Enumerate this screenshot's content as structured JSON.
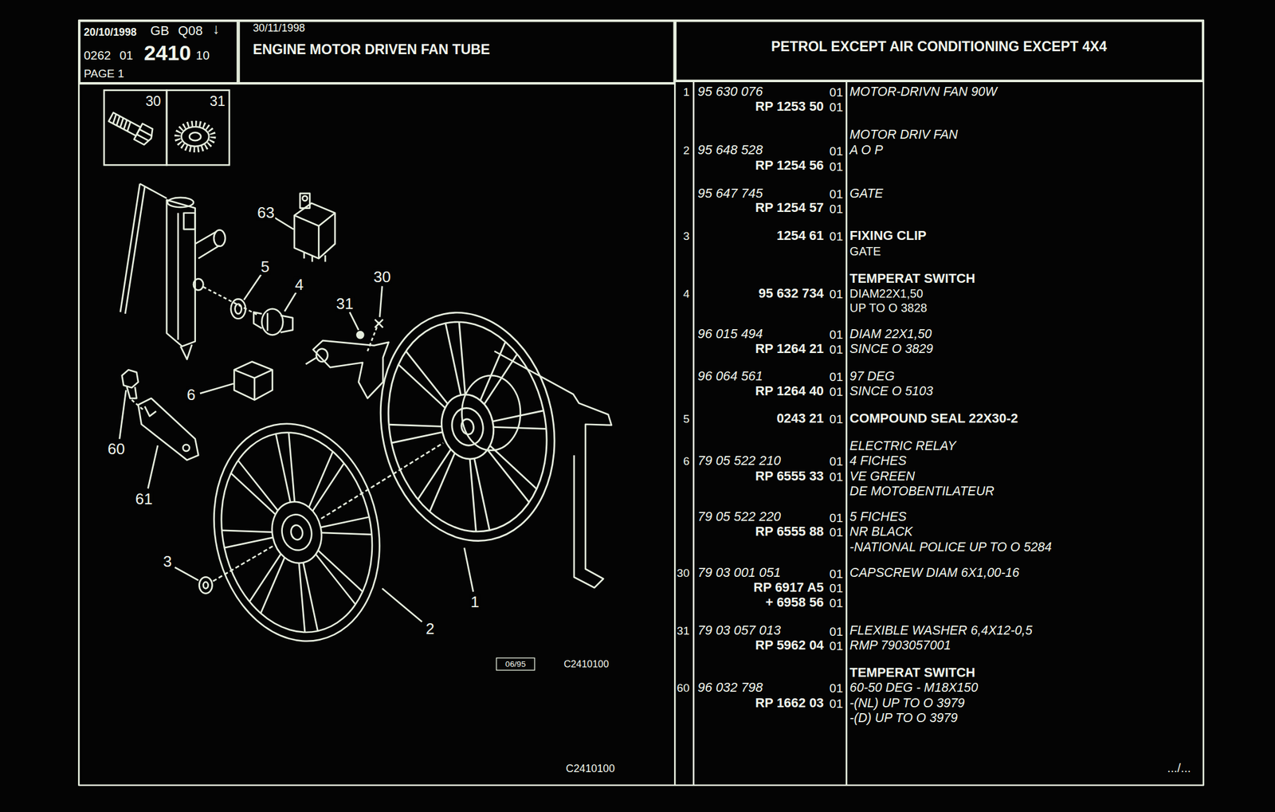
{
  "diagram": {
    "nodes": [
      {
        "text": [
          "20/10/1998",
          "GB",
          "Q08",
          "↓",
          "0262",
          "01",
          "2410",
          "10",
          "PAGE 1"
        ]
      },
      {
        "text": [
          "30/11/1998",
          "ENGINE MOTOR DRIVEN FAN TUBE"
        ]
      },
      {
        "text": [
          "PETROL EXCEPT AIR CONDITIONING EXCEPT 4X4"
        ]
      },
      {
        "text": [
          "30"
        ]
      },
      {
        "text": [
          "31"
        ]
      },
      {
        "text": [
          "06/95"
        ]
      }
    ],
    "labels": [
      "1",
      "95 630 076",
      "01",
      "MOTOR-DRIVN FAN 90W",
      "RP 1253 50",
      "01",
      "MOTOR DRIV FAN",
      "2",
      "95 648 528",
      "01",
      "A O P",
      "RP 1254 56",
      "01",
      "95 647 745",
      "01",
      "GATE",
      "RP 1254 57",
      "01",
      "3",
      "1254 61",
      "01",
      "FIXING CLIP",
      "GATE",
      "TEMPERAT SWITCH",
      "4",
      "95 632 734",
      "01",
      "DIAM22X1,50",
      "UP TO O 3828",
      "96 015 494",
      "01",
      "DIAM 22X1,50",
      "RP 1264 21",
      "01",
      "SINCE O 3829",
      "96 064 561",
      "01",
      "97 DEG",
      "RP 1264 40",
      "01",
      "SINCE O 5103",
      "5",
      "0243 21",
      "01",
      "COMPOUND SEAL 22X30-2",
      "ELECTRIC RELAY",
      "6",
      "79 05 522 210",
      "01",
      "4 FICHES",
      "RP 6555 33",
      "01",
      "VE GREEN",
      "DE MOTOBENTILATEUR",
      "79 05 522 220",
      "01",
      "5 FICHES",
      "RP 6555 88",
      "01",
      "NR BLACK",
      "-NATIONAL POLICE UP TO O 5284",
      "30",
      "79 03 001 051",
      "01",
      "CAPSCREW DIAM 6X1,00-16",
      "RP 6917 A5",
      "01",
      "+ 6958 56",
      "01",
      "31",
      "79 03 057 013",
      "01",
      "FLEXIBLE WASHER 6,4X12-0,5",
      "RP 5962 04",
      "01",
      "RMP 7903057001",
      "TEMPERAT SWITCH",
      "60",
      "96 032 798",
      "01",
      "60-50 DEG - M18X150",
      "RP 1662 03",
      "01",
      "-(NL) UP TO O 3979",
      "-(D) UP TO O 3979",
      "63",
      "5",
      "4",
      "30",
      "31",
      "6",
      "60",
      "61",
      "1",
      "2",
      "3",
      "C2410100",
      "C2410100",
      ".../..."
    ]
  }
}
